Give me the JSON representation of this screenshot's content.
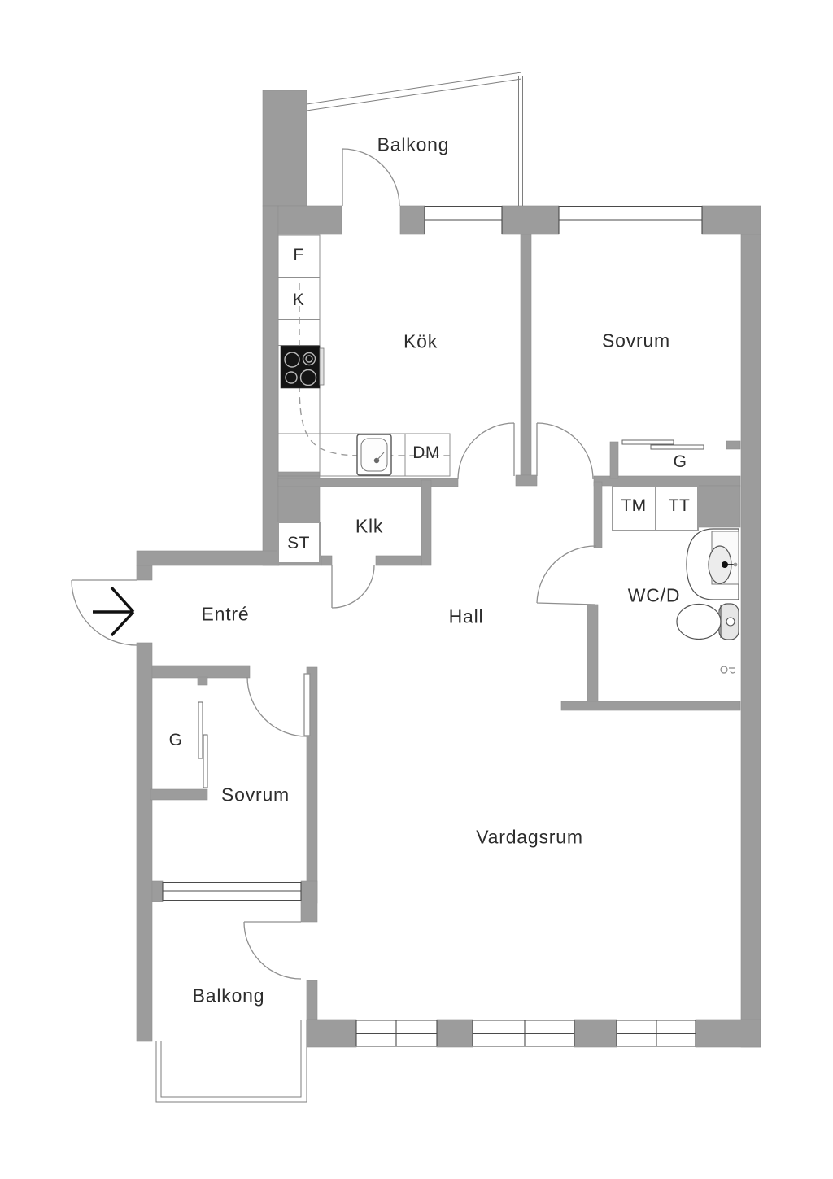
{
  "plan": {
    "type": "apartment-floor-plan",
    "language": "Swedish",
    "rooms": {
      "balkong_top": {
        "label": "Balkong"
      },
      "kok": {
        "label": "Kök"
      },
      "sovrum_right": {
        "label": "Sovrum"
      },
      "klk": {
        "label": "Klk"
      },
      "entre": {
        "label": "Entré"
      },
      "hall": {
        "label": "Hall"
      },
      "wcd": {
        "label": "WC/D"
      },
      "sovrum_left": {
        "label": "Sovrum"
      },
      "vardagsrum": {
        "label": "Vardagsrum"
      },
      "balkong_bottom": {
        "label": "Balkong"
      }
    },
    "fixtures": {
      "freezer": {
        "label": "F"
      },
      "fridge": {
        "label": "K"
      },
      "dishwasher": {
        "label": "DM"
      },
      "cleaning_closet": {
        "label": "ST"
      },
      "washing_machine": {
        "label": "TM"
      },
      "tumble_dryer": {
        "label": "TT"
      },
      "wardrobe_right": {
        "label": "G"
      },
      "wardrobe_left": {
        "label": "G"
      }
    },
    "colors": {
      "wall": "#9c9c9c",
      "wall_edge": "#8e8e8e",
      "window_line": "#4a4a4a",
      "door_arc": "#8f8f8f",
      "fixture_line": "#555555",
      "stove": "#141414",
      "text": "#2d2d2d",
      "background": "#ffffff"
    }
  }
}
